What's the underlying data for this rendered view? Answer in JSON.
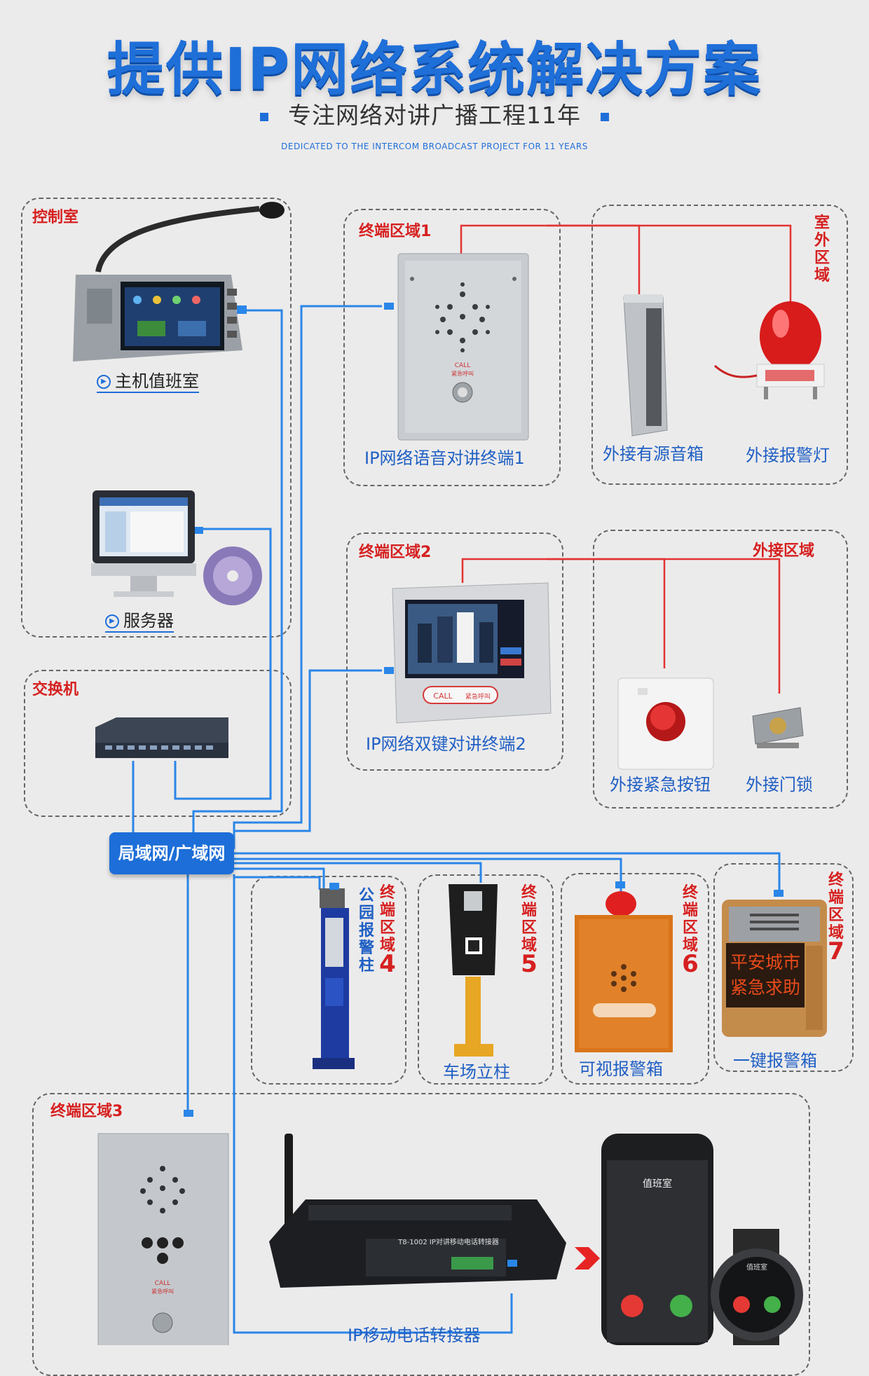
{
  "header": {
    "title": "提供IP网络系统解决方案",
    "subtitle": "专注网络对讲广播工程11年",
    "subtitle_en": "DEDICATED TO THE INTERCOM BROADCAST PROJECT FOR 11 YEARS"
  },
  "regions": {
    "control_room": "控制室",
    "switch": "交换机",
    "zone1": "终端区域1",
    "outdoor": "室外区域",
    "zone2": "终端区域2",
    "external": "外接区域",
    "zone3": "终端区域3",
    "zone4": "终端区域",
    "zone4_num": "4",
    "zone5": "终端区域",
    "zone5_num": "5",
    "zone6": "终端区域",
    "zone6_num": "6",
    "zone7": "终端区域",
    "zone7_num": "7"
  },
  "devices": {
    "host": "主机值班室",
    "server": "服务器",
    "intercom1": "IP网络语音对讲终端1",
    "speaker": "外接有源音箱",
    "alarm_light": "外接报警灯",
    "intercom2": "IP网络双键对讲终端2",
    "emergency_button": "外接紧急按钮",
    "door_lock": "外接门锁",
    "park_pillar_label": "公园报警柱",
    "parking_post": "车场立柱",
    "visual_alarm_box": "可视报警箱",
    "one_key_alarm_box": "一键报警箱",
    "mobile_forwarder": "IP移动电话转接器"
  },
  "network": {
    "lan_wan": "局域网/广域网"
  },
  "device_text": {
    "call": "CALL",
    "emergency_call": "紧急呼叫",
    "call_pill": "CALL",
    "call_pill_text": "紧急呼叫",
    "safe_city_1": "平安城市",
    "safe_city_2": "紧急求助",
    "forwarder_model": "T8-1002 IP对讲移动电话转接器",
    "phone_title": "值班室",
    "watch_title": "值班室"
  }
}
